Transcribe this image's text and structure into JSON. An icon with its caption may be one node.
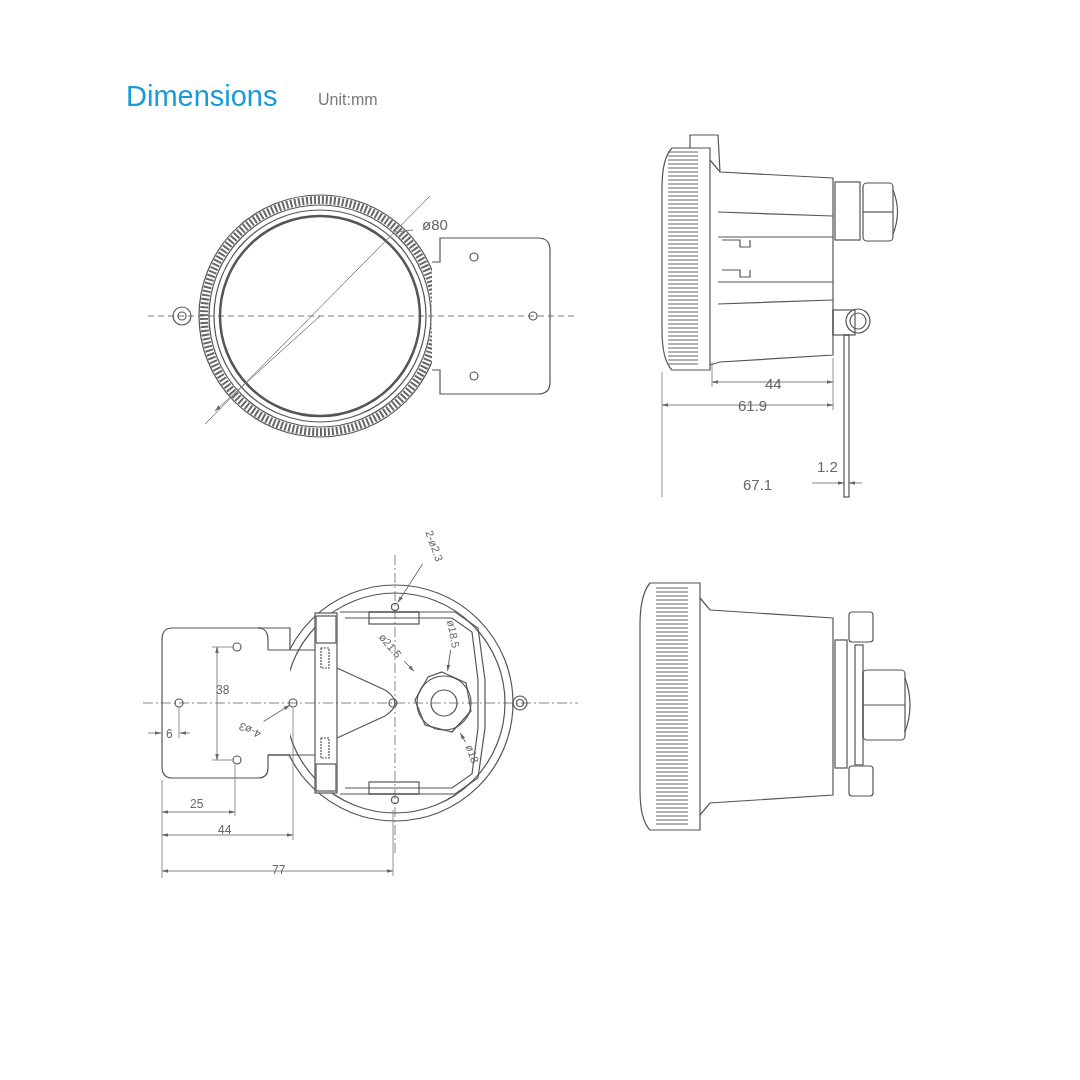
{
  "diagram": {
    "title": "Dimensions",
    "nodes": [
      {
        "text": [
          "2-ø2.3"
        ]
      },
      {
        "text": [
          "ø21.5"
        ]
      },
      {
        "text": [
          "ø18.5"
        ]
      },
      {
        "text": [
          "4-ø3"
        ]
      },
      {
        "text": [
          "ø18"
        ]
      },
      {
        "text": [],
        "shape": "circle"
      },
      {
        "text": [],
        "shape": "hexagon"
      }
    ],
    "edges": [
      {
        "from": 0,
        "to": 5,
        "arrow": "to"
      },
      {
        "from": 1,
        "to": 6,
        "arrow": "to"
      },
      {
        "from": 2,
        "to": 6,
        "arrow": "to"
      },
      {
        "from": 3,
        "to": null,
        "arrow": "to"
      },
      {
        "from": 4,
        "to": 6,
        "arrow": "to"
      }
    ],
    "labels": [
      "Unit:mm",
      "ø80",
      "44",
      "61.9",
      "1.2",
      "67.1",
      "38",
      "6",
      "25",
      "44",
      "77"
    ]
  }
}
